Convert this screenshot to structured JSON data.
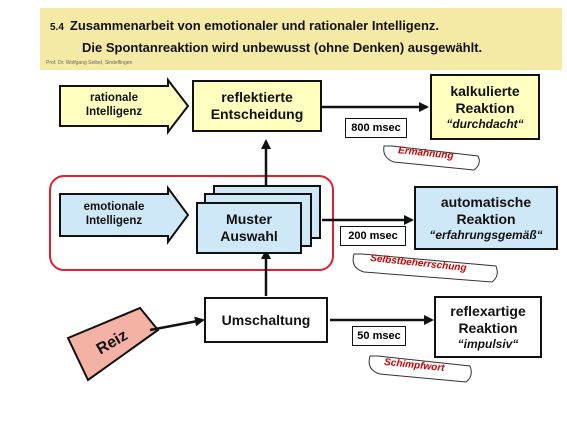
{
  "header": {
    "number": "5.4",
    "line1": "Zusammenarbeit von emotionaler und rationaler Intelligenz.",
    "line2": "Die Spontanreaktion wird unbewusst (ohne Denken) ausgewählt.",
    "author": "Prof. Dr. Wolfgang Seibel, Sindelfingen"
  },
  "nodes": {
    "rational": [
      "rationale",
      "Intelligenz"
    ],
    "emotional": [
      "emotionale",
      "Intelligenz"
    ],
    "decision": [
      "reflektierte",
      "Entscheidung"
    ],
    "pattern": [
      "Muster",
      "Auswahl"
    ],
    "switch": "Umschaltung",
    "stimulus": "Reiz",
    "calculated": {
      "lines": [
        "kalkulierte",
        "Reaktion"
      ],
      "quality": "“durchdacht“"
    },
    "automatic": {
      "lines": [
        "automatische",
        "Reaktion"
      ],
      "quality": "“erfahrungsgemäß“"
    },
    "reflex": {
      "lines": [
        "reflexartige",
        "Reaktion"
      ],
      "quality": "“impulsiv“"
    }
  },
  "timings": {
    "calculated": "800 msec",
    "automatic": "200 msec",
    "reflex": "50 msec"
  },
  "notes": {
    "calculated": "Ermahnung",
    "automatic": "Selbstbeherrschung",
    "reflex": "Schimpfwort"
  },
  "colors": {
    "header_bg": "#f5e9a6",
    "yellow_box": "#ffffc0",
    "blue_box": "#cfe8f7",
    "pink_tag": "#f4b2a4",
    "group_outline": "#e0202c",
    "note_red": "#cc0000"
  }
}
